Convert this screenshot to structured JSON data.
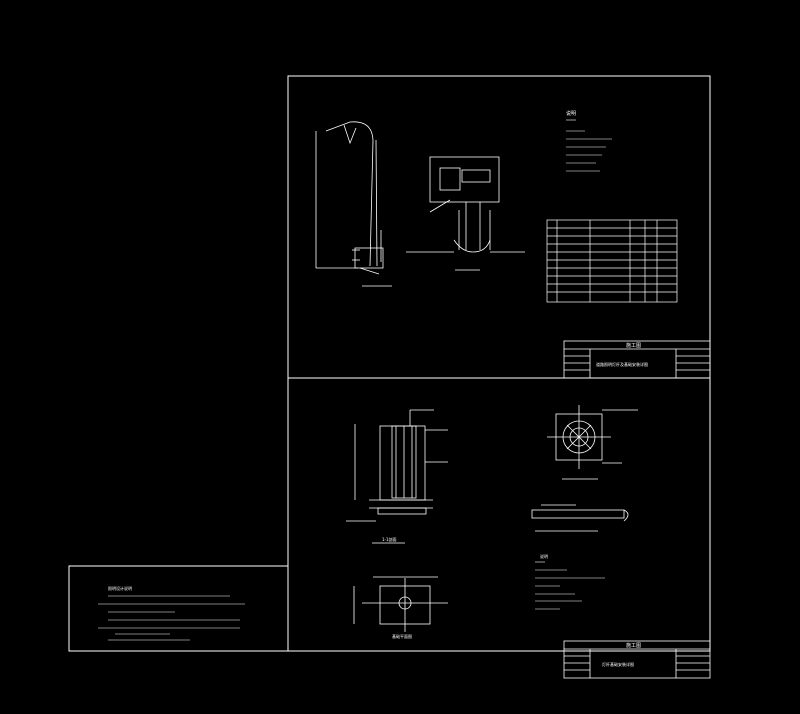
{
  "sheet1": {
    "notes_header": "说明",
    "title_block": {
      "banner": "施工图",
      "drawing_name": "道路照明灯杆及基础安装详图"
    }
  },
  "sheet2": {
    "section_label": "1-1剖面",
    "base_label": "基础平面图",
    "notes_header": "说明",
    "title_block": {
      "banner": "施工图",
      "drawing_name": "灯杆基础安装详图"
    }
  },
  "sheet_left": {
    "heading": "照明设计说明"
  },
  "colors": {
    "background": "#000000",
    "lines": "#ffffff"
  }
}
